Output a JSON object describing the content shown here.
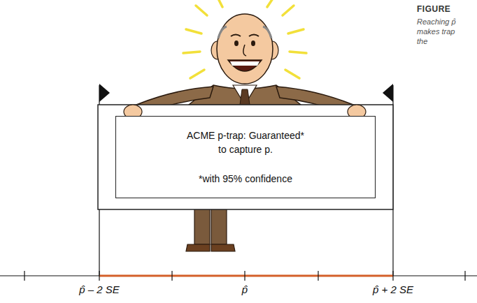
{
  "diagram": {
    "title": "FIGURE",
    "caption": "Reaching p̂ makes trap the",
    "nodes": [
      {
        "text": [
          "ACME p-trap: Guaranteed* to capture p.",
          "*with 95% confidence"
        ]
      }
    ],
    "labels": [
      "p̂ – 2 SE",
      "p̂",
      "p̂ + 2 SE"
    ]
  }
}
